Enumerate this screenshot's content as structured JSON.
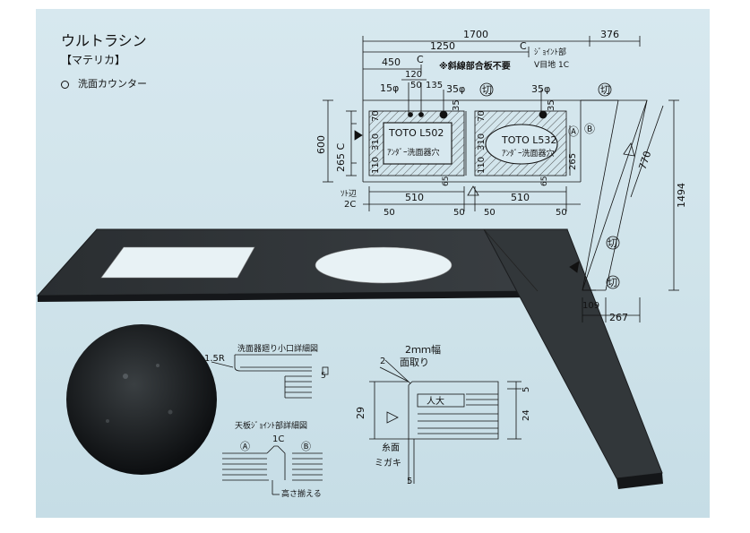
{
  "header": {
    "title": "ウルトラシン",
    "material": "【マテリカ】",
    "item": "洗面カウンター"
  },
  "plan": {
    "total_width": "1700",
    "right_offset": "376",
    "width_1250": "1250",
    "chamfer_c": "C",
    "width_450": "450",
    "width_120": "120",
    "note_no_seam": "※斜線部合板不要",
    "joint_note_1": "ｼﾞｮｲﾝﾄ部",
    "joint_note_2": "V目地 1C",
    "dia_15": "15φ",
    "dim_50": "50",
    "dim_135": "135",
    "dia_35": "35φ",
    "cut": "切",
    "depth_600": "600",
    "dim_265c": "265 C",
    "dim_70": "70",
    "dim_310": "310",
    "dim_110": "110",
    "dim_35": "35",
    "dim_65": "65",
    "dim_265": "265",
    "dim_510": "510",
    "sink1_model": "TOTO L502",
    "sink1_hole": "ｱﾝﾀﾞｰ洗面器穴",
    "sink2_model": "TOTO L532",
    "sink2_hole": "ｱﾝﾀﾞｰ洗面器穴",
    "mark_a": "Ⓐ",
    "mark_b": "Ⓑ",
    "outer_edge_1": "ｿﾄ辺",
    "outer_edge_2": "2C",
    "dim_770": "770",
    "dim_1494": "1494",
    "dim_109": "109",
    "dim_267": "267"
  },
  "detail_sink_edge": {
    "title": "洗面器廻り小口詳細図",
    "radius": "1.5R",
    "dim_5": "5"
  },
  "detail_joint": {
    "title": "天板ｼﾞｮｲﾝﾄ部詳細図",
    "mark_a": "Ⓐ",
    "mark_b": "Ⓑ",
    "chamfer": "1C",
    "note": "高さ揃える"
  },
  "detail_chamfer": {
    "chamfer_width": "2ｍｍ幅",
    "chamfer_note": "面取り",
    "dim_2": "2",
    "human_label": "人大",
    "dim_29": "29",
    "dim_5": "5",
    "dim_24": "24",
    "thread_face": "糸面",
    "polish": "ミガキ",
    "dim_5b": "5"
  }
}
